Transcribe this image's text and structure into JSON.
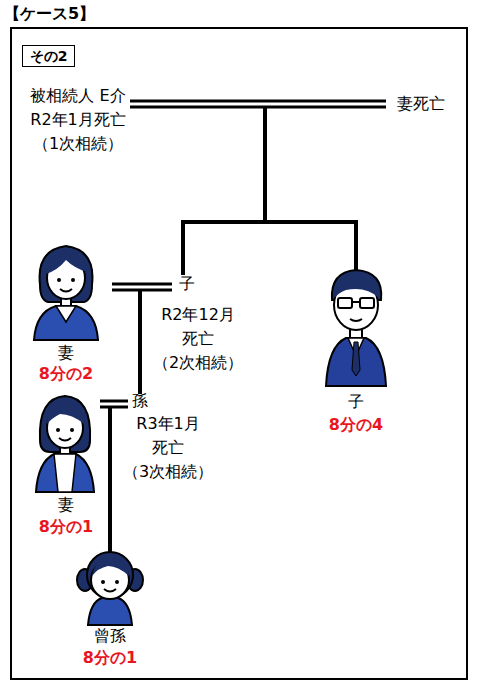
{
  "diagram": {
    "nodes": [
      {
        "text": [
          "【ケース5】"
        ]
      },
      {
        "text": [
          "その2"
        ],
        "in": 0
      }
    ],
    "labels": [
      "被相続人 E介 R2年1月死亡 （1次相続）",
      "妻死亡",
      "子",
      "R2年12月 死亡 （2次相続）",
      "妻",
      "8分の2",
      "孫",
      "R3年1月 死亡 （3次相続）",
      "子",
      "8分の4",
      "妻",
      "8分の1",
      "曾孫",
      "8分の1"
    ]
  }
}
